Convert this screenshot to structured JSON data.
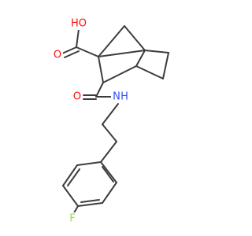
{
  "molecule": {
    "labels": {
      "hydroxyl": "HO",
      "carbonyl_acid_o": "O",
      "amide_o": "O",
      "amide_n": "N",
      "amide_h": "H",
      "fluorine": "F"
    },
    "colors": {
      "oxygen": "#ff0d0d",
      "nitrogen": "#3050f8",
      "fluorine": "#90e050",
      "hydrogen": "#3050f8",
      "bond": "#3c3c3c"
    }
  }
}
